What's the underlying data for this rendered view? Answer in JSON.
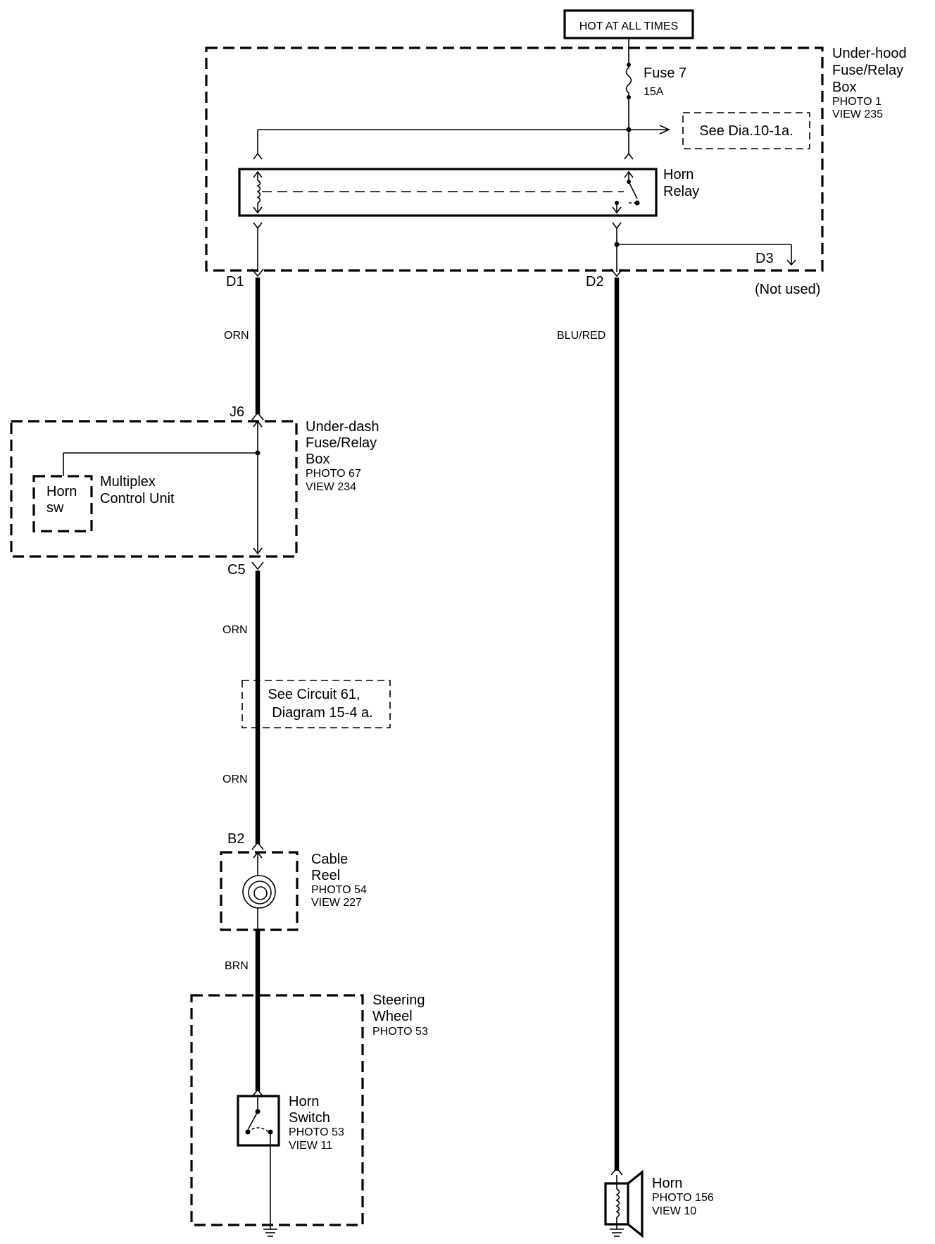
{
  "hot_label": "HOT AT ALL TIMES",
  "underhood_box": {
    "line1": "Under-hood",
    "line2": "Fuse/Relay",
    "line3": "Box",
    "photo": "PHOTO 1",
    "view": "VIEW 235"
  },
  "fuse": {
    "name": "Fuse 7",
    "rating": "15A"
  },
  "see_dia": "See  Dia.10-1a.",
  "horn_relay": {
    "line1": "Horn",
    "line2": "Relay"
  },
  "connectors": {
    "d1": "D1",
    "d2": "D2",
    "d3": "D3",
    "j6": "J6",
    "c5": "C5",
    "b2": "B2"
  },
  "not_used": "(Not used)",
  "wires": {
    "orn_top": "ORN",
    "blu_red": "BLU/RED",
    "orn_mid": "ORN",
    "orn_low": "ORN",
    "brn": "BRN"
  },
  "underdash_box": {
    "line1": "Under-dash",
    "line2": "Fuse/Relay",
    "line3": "Box",
    "photo": "PHOTO 67",
    "view": "VIEW 234"
  },
  "horn_sw": {
    "line1": "Horn",
    "line2": "sw"
  },
  "multiplex": {
    "line1": "Multiplex",
    "line2": "Control Unit"
  },
  "see_circuit": {
    "line1": "See Circuit 61,",
    "line2": "Diagram  15-4 a."
  },
  "cable_reel": {
    "line1": "Cable",
    "line2": "Reel",
    "photo": "PHOTO 54",
    "view": "VIEW 227"
  },
  "steering_wheel": {
    "line1": "Steering",
    "line2": "Wheel",
    "photo": "PHOTO 53"
  },
  "horn_switch": {
    "line1": "Horn",
    "line2": "Switch",
    "photo": "PHOTO 53",
    "view": "VIEW 11"
  },
  "horn": {
    "name": "Horn",
    "photo": "PHOTO 156",
    "view": "VIEW 10"
  }
}
